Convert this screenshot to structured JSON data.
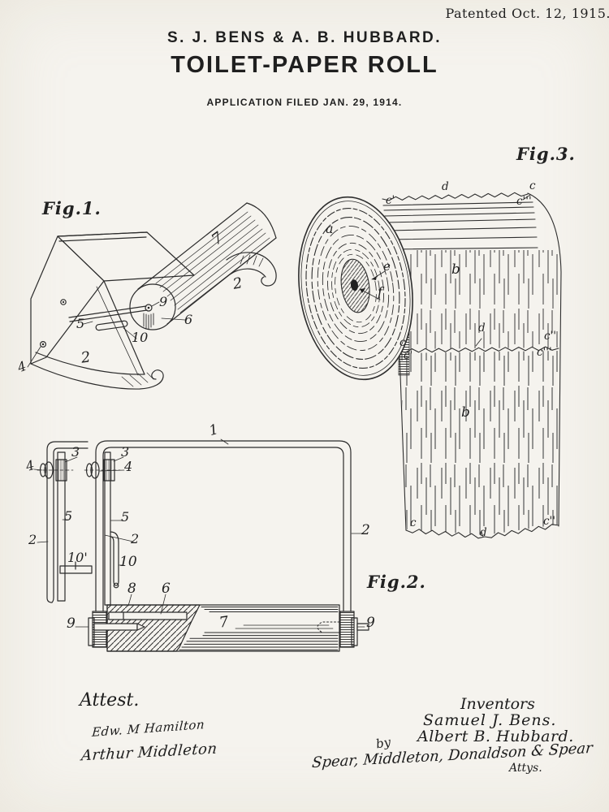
{
  "colors": {
    "paper": "#f5f3ee",
    "ink": "#202020"
  },
  "document": {
    "patented_line": "Patented Oct. 12, 1915.",
    "byline": "S. J. BENS & A. B. HUBBARD.",
    "title": "TOILET-PAPER ROLL",
    "application_line": "APPLICATION FILED JAN. 29, 1914."
  },
  "fig1": {
    "caption": "Fig.1.",
    "refs": {
      "roller": "7",
      "hook_arm": "2",
      "pivot_pin": "9",
      "hub": "6",
      "lever": "5",
      "slot": "10",
      "front_plate": "2",
      "screw_hole": "4"
    }
  },
  "fig2": {
    "caption": "Fig.2.",
    "side_view": {
      "screw": "4",
      "plate": "3",
      "bar": "5",
      "frame": "2",
      "foot": "10'"
    },
    "front_view": {
      "frame_top": "1",
      "plate": "3",
      "screw": "4",
      "bar": "5",
      "frame_left": "2",
      "hook": "10",
      "block": "8",
      "slot": "6",
      "pin_left": "9",
      "roller": "7",
      "pin_right": "9",
      "frame_right": "2"
    }
  },
  "fig3": {
    "caption": "Fig.3.",
    "refs": {
      "face": "a",
      "web_on_roll": "b",
      "web_hanging": "b",
      "core": "e",
      "core_hole": "f"
    },
    "top_edge": {
      "d": "d",
      "c": "c",
      "c_prime": "c'",
      "c_triple": "c'''"
    },
    "mid_perforation": {
      "d": "d",
      "c": "c",
      "c_prime": "c'",
      "c_double": "c''",
      "c_triple": "c'''"
    },
    "bottom_edge": {
      "c": "c",
      "d": "d",
      "c_double": "c''"
    }
  },
  "signatures": {
    "attest_heading": "Attest.",
    "witness_1": "Edw. M Hamilton",
    "witness_2": "Arthur Middleton",
    "inventors_heading": "Inventors",
    "inventor_1": "Samuel J. Bens.",
    "inventor_2": "Albert B. Hubbard.",
    "by_label": "by",
    "attorney_signature": "Spear, Middleton, Donaldson & Spear",
    "attorney_title": "Attys."
  }
}
